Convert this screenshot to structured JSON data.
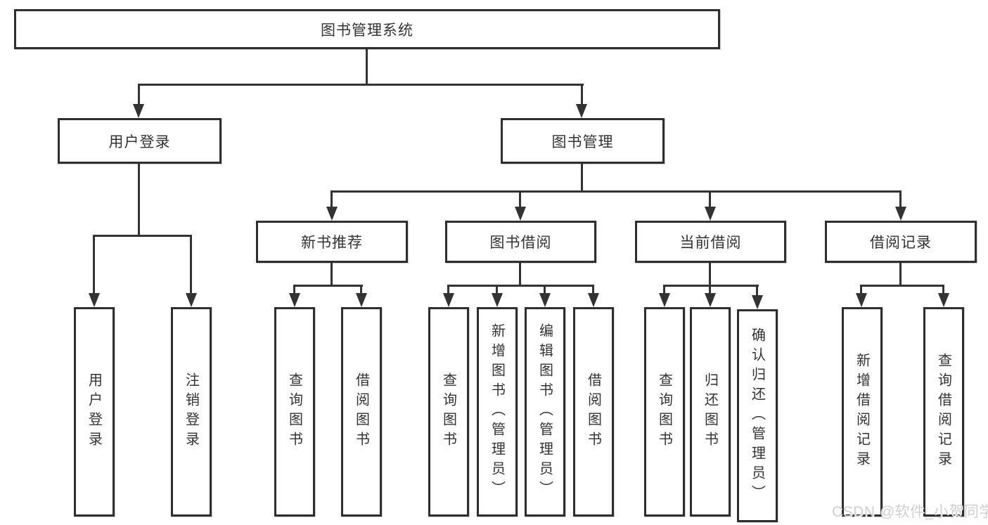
{
  "tree": {
    "root": "图书管理系统",
    "branches": [
      {
        "label": "用户登录",
        "children": [
          "用户登录",
          "注销登录"
        ]
      },
      {
        "label": "图书管理",
        "sections": [
          {
            "label": "新书推荐",
            "children": [
              "查询图书",
              "借阅图书"
            ]
          },
          {
            "label": "图书借阅",
            "children": [
              "查询图书",
              "新增图书（管理员）",
              "编辑图书（管理员）",
              "借阅图书"
            ]
          },
          {
            "label": "当前借阅",
            "children": [
              "查询图书",
              "归还图书",
              "确认归还（管理员）"
            ]
          },
          {
            "label": "借阅记录",
            "children": [
              "新增借阅记录",
              "查询借阅记录"
            ]
          }
        ]
      }
    ]
  },
  "watermark": "CSDN @软件_小贺同学",
  "colors": {
    "line": "#333333",
    "box_border": "#2e2e2e",
    "box_background": "#ffffff",
    "text": "#333333",
    "watermark": "#cfcfcf",
    "page_background": "#ffffff"
  }
}
